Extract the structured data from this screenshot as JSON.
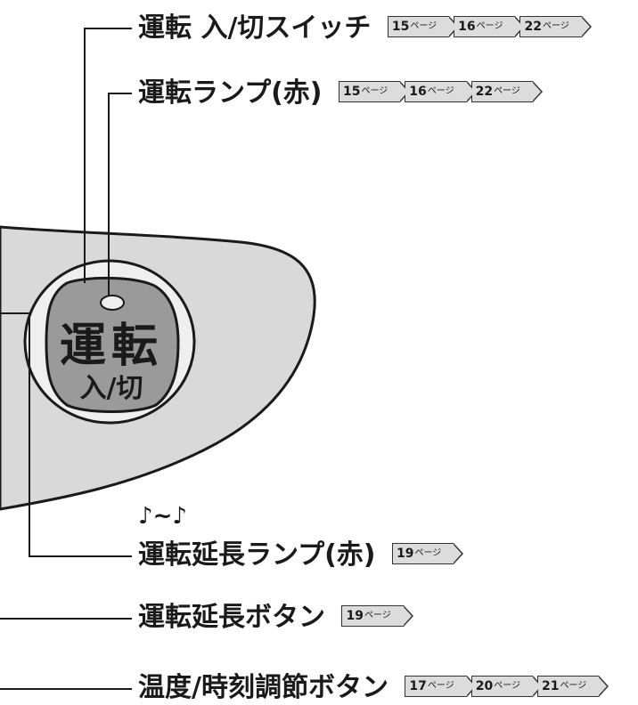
{
  "button": {
    "title": "運転",
    "subtitle": "入/切"
  },
  "labels": [
    {
      "text": "運転 入/切スイッチ",
      "pages": [
        "15",
        "16",
        "22"
      ]
    },
    {
      "text": "運転ランプ(赤)",
      "pages": [
        "15",
        "16",
        "22"
      ]
    },
    {
      "text": "運転延長ランプ(赤)",
      "pages": [
        "19"
      ]
    },
    {
      "text": "運転延長ボタン",
      "pages": [
        "19"
      ]
    },
    {
      "text": "温度/時刻調節ボタン",
      "pages": [
        "17",
        "20",
        "21"
      ]
    }
  ],
  "page_suffix": "ページ",
  "sound_mark": "♪~♪",
  "colors": {
    "panel_fill": "#d9d9d9",
    "button_fill": "#9a9a9a",
    "ring_fill": "#efefef",
    "line": "#1a1a1a"
  }
}
